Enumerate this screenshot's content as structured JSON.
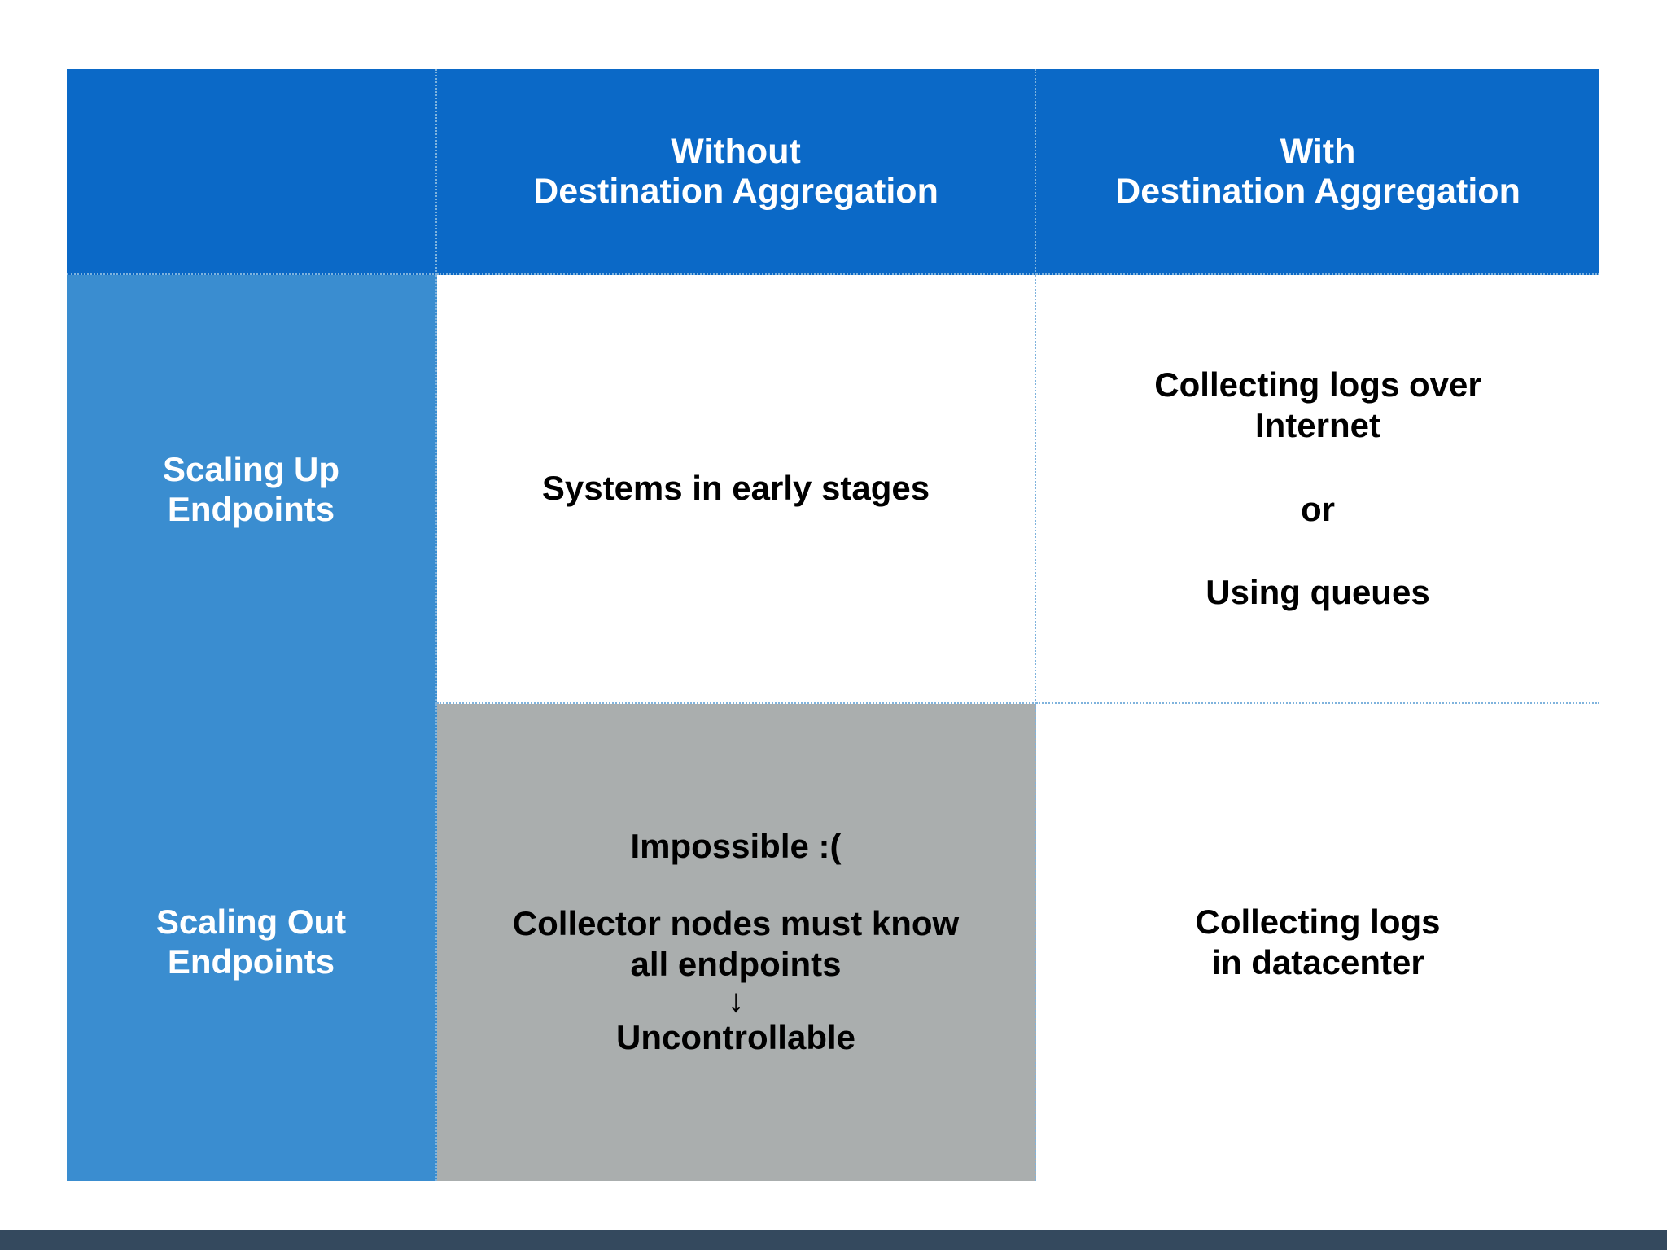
{
  "slide": {
    "background_color": "#FFFFFF",
    "footer_bar_color": "#34495E"
  },
  "matrix": {
    "header": {
      "corner_label": "",
      "columns": [
        {
          "line1": "Without",
          "line2": "Destination Aggregation"
        },
        {
          "line1": "With",
          "line2": "Destination Aggregation"
        }
      ],
      "background_color": "#0B69C7",
      "text_color": "#FFFFFF"
    },
    "row_header_color": "#3A8DD0",
    "rows": [
      {
        "label_line1": "Scaling Up",
        "label_line2": "Endpoints",
        "cells": [
          {
            "state": "normal",
            "background_color": "#FFFFFF",
            "lines": [
              "Systems in early stages"
            ]
          },
          {
            "state": "normal",
            "background_color": "#FFFFFF",
            "lines": [
              "Collecting logs over",
              "Internet",
              "or",
              "Using queues"
            ]
          }
        ]
      },
      {
        "label_line1": "Scaling Out",
        "label_line2": "Endpoints",
        "cells": [
          {
            "state": "disabled",
            "background_color": "#AAAEAE",
            "lines": [
              "Impossible :(",
              "Collector nodes must know",
              "all endpoints",
              "↓",
              "Uncontrollable"
            ]
          },
          {
            "state": "normal",
            "background_color": "#FFFFFF",
            "lines": [
              "Collecting logs",
              "in datacenter"
            ]
          }
        ]
      }
    ],
    "text": {
      "h_without_1": "Without",
      "h_without_2": "Destination Aggregation",
      "h_with_1": "With",
      "h_with_2": "Destination Aggregation",
      "r1_label_1": "Scaling Up",
      "r1_label_2": "Endpoints",
      "r2_label_1": "Scaling Out",
      "r2_label_2": "Endpoints",
      "c11_line1": "Systems in early stages",
      "c12_line1": "Collecting logs over",
      "c12_line2": "Internet",
      "c12_line3": "or",
      "c12_line4": "Using queues",
      "c21_line1": "Impossible :(",
      "c21_line2": "Collector nodes must know",
      "c21_line3": "all endpoints",
      "c21_arrow": "↓",
      "c21_line4": "Uncontrollable",
      "c22_line1": "Collecting logs",
      "c22_line2": "in datacenter"
    }
  }
}
